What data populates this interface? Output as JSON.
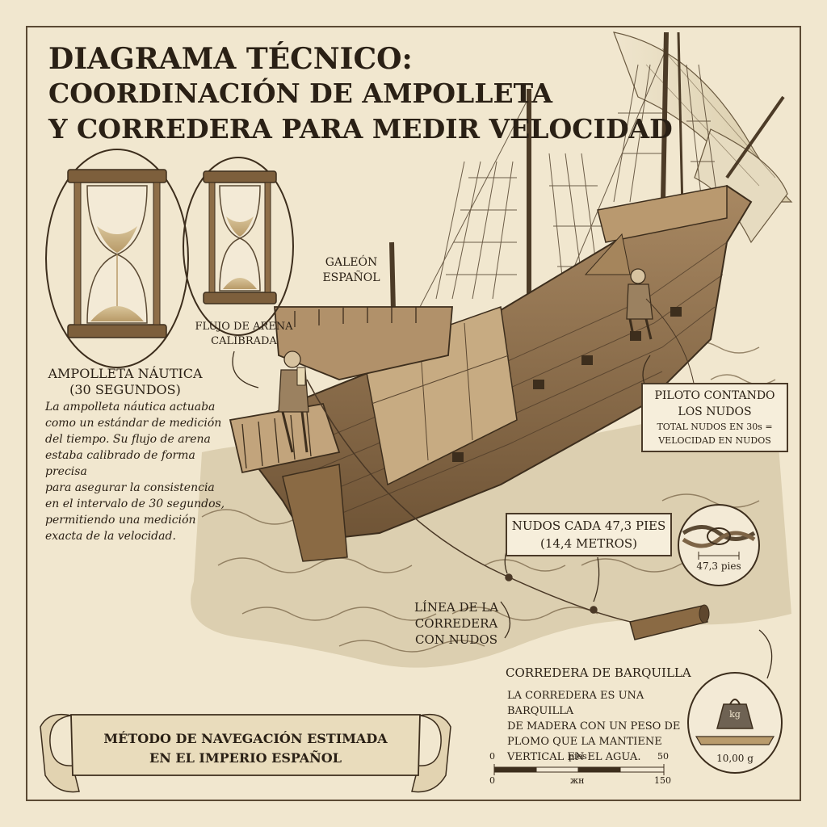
{
  "title": {
    "line1": "DIAGRAMA TÉCNICO:",
    "line2": "COORDINACIÓN DE AMPOLLETA",
    "line3": "Y CORREDERA PARA MEDIR VELOCIDAD"
  },
  "labels": {
    "galleon": [
      "GALEÓN",
      "ESPAÑOL"
    ],
    "sand_flow": [
      "FLUJO DE ARENA",
      "CALIBRADA"
    ],
    "hourglass_title": "AMPOLLETA NÁUTICA",
    "hourglass_subtitle": "(30 SEGUNDOS)",
    "log_line": [
      "LÍNEA DE LA",
      "CORREDERA",
      "CON NUDOS"
    ],
    "log_title": "CORREDERA DE BARQUILLA"
  },
  "hourglass_description": [
    "La ampolleta náutica actuaba",
    "como un estándar de medición",
    "del tiempo. Su flujo de arena",
    "estaba calibrado de forma precisa",
    "para asegurar la consistencia",
    "en el intervalo de 30 segundos,",
    "permitiendo una medición",
    "exacta de la velocidad."
  ],
  "pilot_box": {
    "line1": "PILOTO CONTANDO",
    "line2": "LOS NUDOS",
    "line3": "TOTAL NUDOS EN 30s =",
    "line4": "VELOCIDAD EN NUDOS"
  },
  "knots_box": {
    "line1": "NUDOS CADA 47,3 PIES",
    "line2": "(14,4 METROS)"
  },
  "knot_inset_label": "47,3 pies",
  "log_description": [
    "LA CORREDERA ES UNA BARQUILLA",
    "DE MADERA CON UN PESO DE",
    "PLOMO QUE LA MANTIENE",
    "VERTICAL EN EL AGUA."
  ],
  "weight_inset": {
    "weight_mark": "kg",
    "label": "10,00 g"
  },
  "scale": {
    "top_start": "0",
    "top_unit": "pies",
    "top_end": "50",
    "bottom_start": "0",
    "bottom_unit": "жн",
    "bottom_end": "150"
  },
  "banner": {
    "line1": "MÉTODO DE NAVEGACIÓN ESTIMADA",
    "line2": "EN EL IMPERIO ESPAÑOL"
  },
  "colors": {
    "paper": "#f1e7cf",
    "ink": "#2a2015",
    "wood": "#8a6a44",
    "sea": "#cdbf9e"
  }
}
